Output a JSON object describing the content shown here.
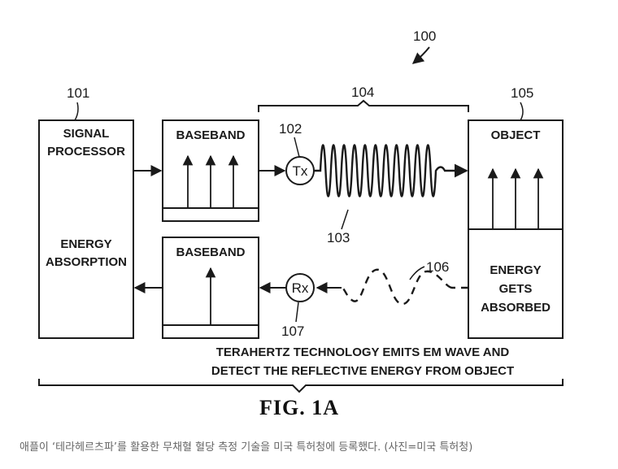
{
  "diagram": {
    "ref_main": "100",
    "ref_processor": "101",
    "ref_tx": "102",
    "ref_wave": "104",
    "ref_object": "105",
    "ref_wave_out": "103",
    "ref_reflected": "106",
    "ref_rx": "107",
    "processor_label_1": "SIGNAL",
    "processor_label_2": "PROCESSOR",
    "processor_label_3": "ENERGY",
    "processor_label_4": "ABSORPTION",
    "baseband_top": "BASEBAND",
    "baseband_bottom": "BASEBAND",
    "tx": "Tx",
    "rx": "Rx",
    "object_label": "OBJECT",
    "object_label_2": "ENERGY",
    "object_label_3": "GETS",
    "object_label_4": "ABSORBED",
    "bottom_text_1": "TERAHERTZ TECHNOLOGY EMITS EM WAVE AND",
    "bottom_text_2": "DETECT THE REFLECTIVE ENERGY FROM OBJECT",
    "figure_caption": "FIG. 1A"
  },
  "photo_caption": "애플이 ‘테라헤르츠파’를 활용한 무채혈 혈당 측정 기술을 미국 특허청에 등록했다. (사진=미국 특허청)"
}
